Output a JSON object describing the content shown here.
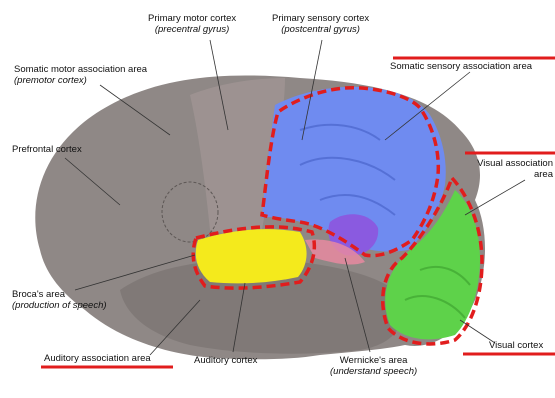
{
  "labels": {
    "primary_motor": {
      "name": "Primary motor cortex",
      "sub": "(precentral gyrus)"
    },
    "primary_sensory": {
      "name": "Primary sensory cortex",
      "sub": "(postcentral gyrus)"
    },
    "somatic_motor_assoc": {
      "name": "Somatic motor association area",
      "sub": "(premotor cortex)"
    },
    "somatic_sensory_assoc": {
      "name": "Somatic sensory association area"
    },
    "prefrontal": {
      "name": "Prefrontal cortex"
    },
    "visual_assoc": {
      "name_line1": "Visual association",
      "name_line2": "area"
    },
    "brocas": {
      "name": "Broca's area",
      "sub": "(production of speech)"
    },
    "auditory_assoc": {
      "name": "Auditory association area"
    },
    "auditory": {
      "name": "Auditory cortex"
    },
    "wernickes": {
      "name": "Wernicke's area",
      "sub": "(understand speech)"
    },
    "visual": {
      "name": "Visual cortex"
    }
  },
  "colors": {
    "brain": "#8f8886",
    "highlight": "#e11d1d",
    "sensory_assoc": "#6f8bf0",
    "visual": "#5ed24a",
    "auditory": "#f4ea1c",
    "wernicke": "#8a5ae0"
  }
}
